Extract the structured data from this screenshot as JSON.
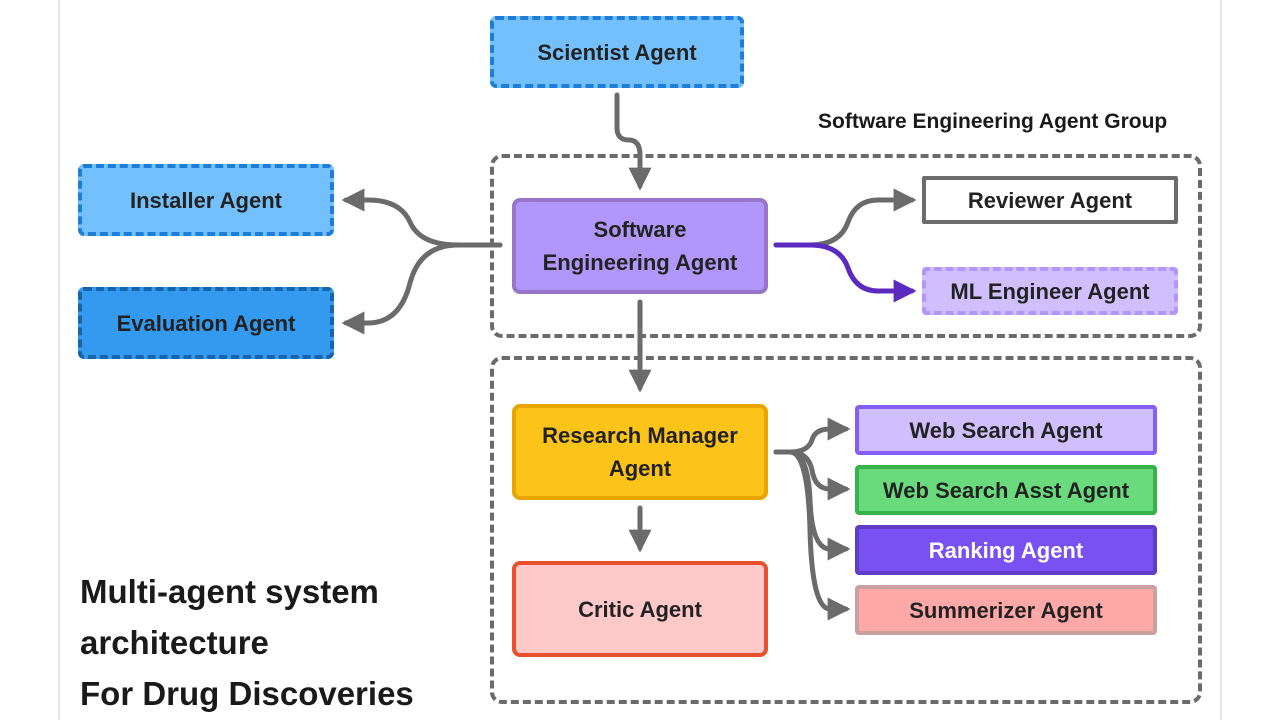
{
  "title_lines": [
    "Multi-agent system",
    "architecture",
    "For Drug Discoveries"
  ],
  "group_label": "Software Engineering Agent Group",
  "nodes": {
    "scientist": "Scientist Agent",
    "installer": "Installer Agent",
    "evaluation": "Evaluation Agent",
    "software_engineering": "Software Engineering Agent",
    "reviewer": "Reviewer Agent",
    "ml_engineer": "ML Engineer Agent",
    "research_manager": "Research Manager Agent",
    "critic": "Critic Agent",
    "web_search": "Web Search Agent",
    "web_search_asst": "Web Search Asst Agent",
    "ranking": "Ranking Agent",
    "summerizer": "Summerizer Agent"
  },
  "colors": {
    "connector": "#6b6b6b",
    "ml_connector": "#5b2bbf",
    "scientist_fill": "#74c0fc",
    "evaluation_fill": "#339af0",
    "software_fill": "#b197fc",
    "research_fill": "#fcc419",
    "critic_fill": "#ffc9c9",
    "web_search_fill": "#d0bfff",
    "web_search_asst_fill": "#69db7c",
    "ranking_fill": "#7950f2",
    "summerizer_fill": "#ffa8a8"
  }
}
